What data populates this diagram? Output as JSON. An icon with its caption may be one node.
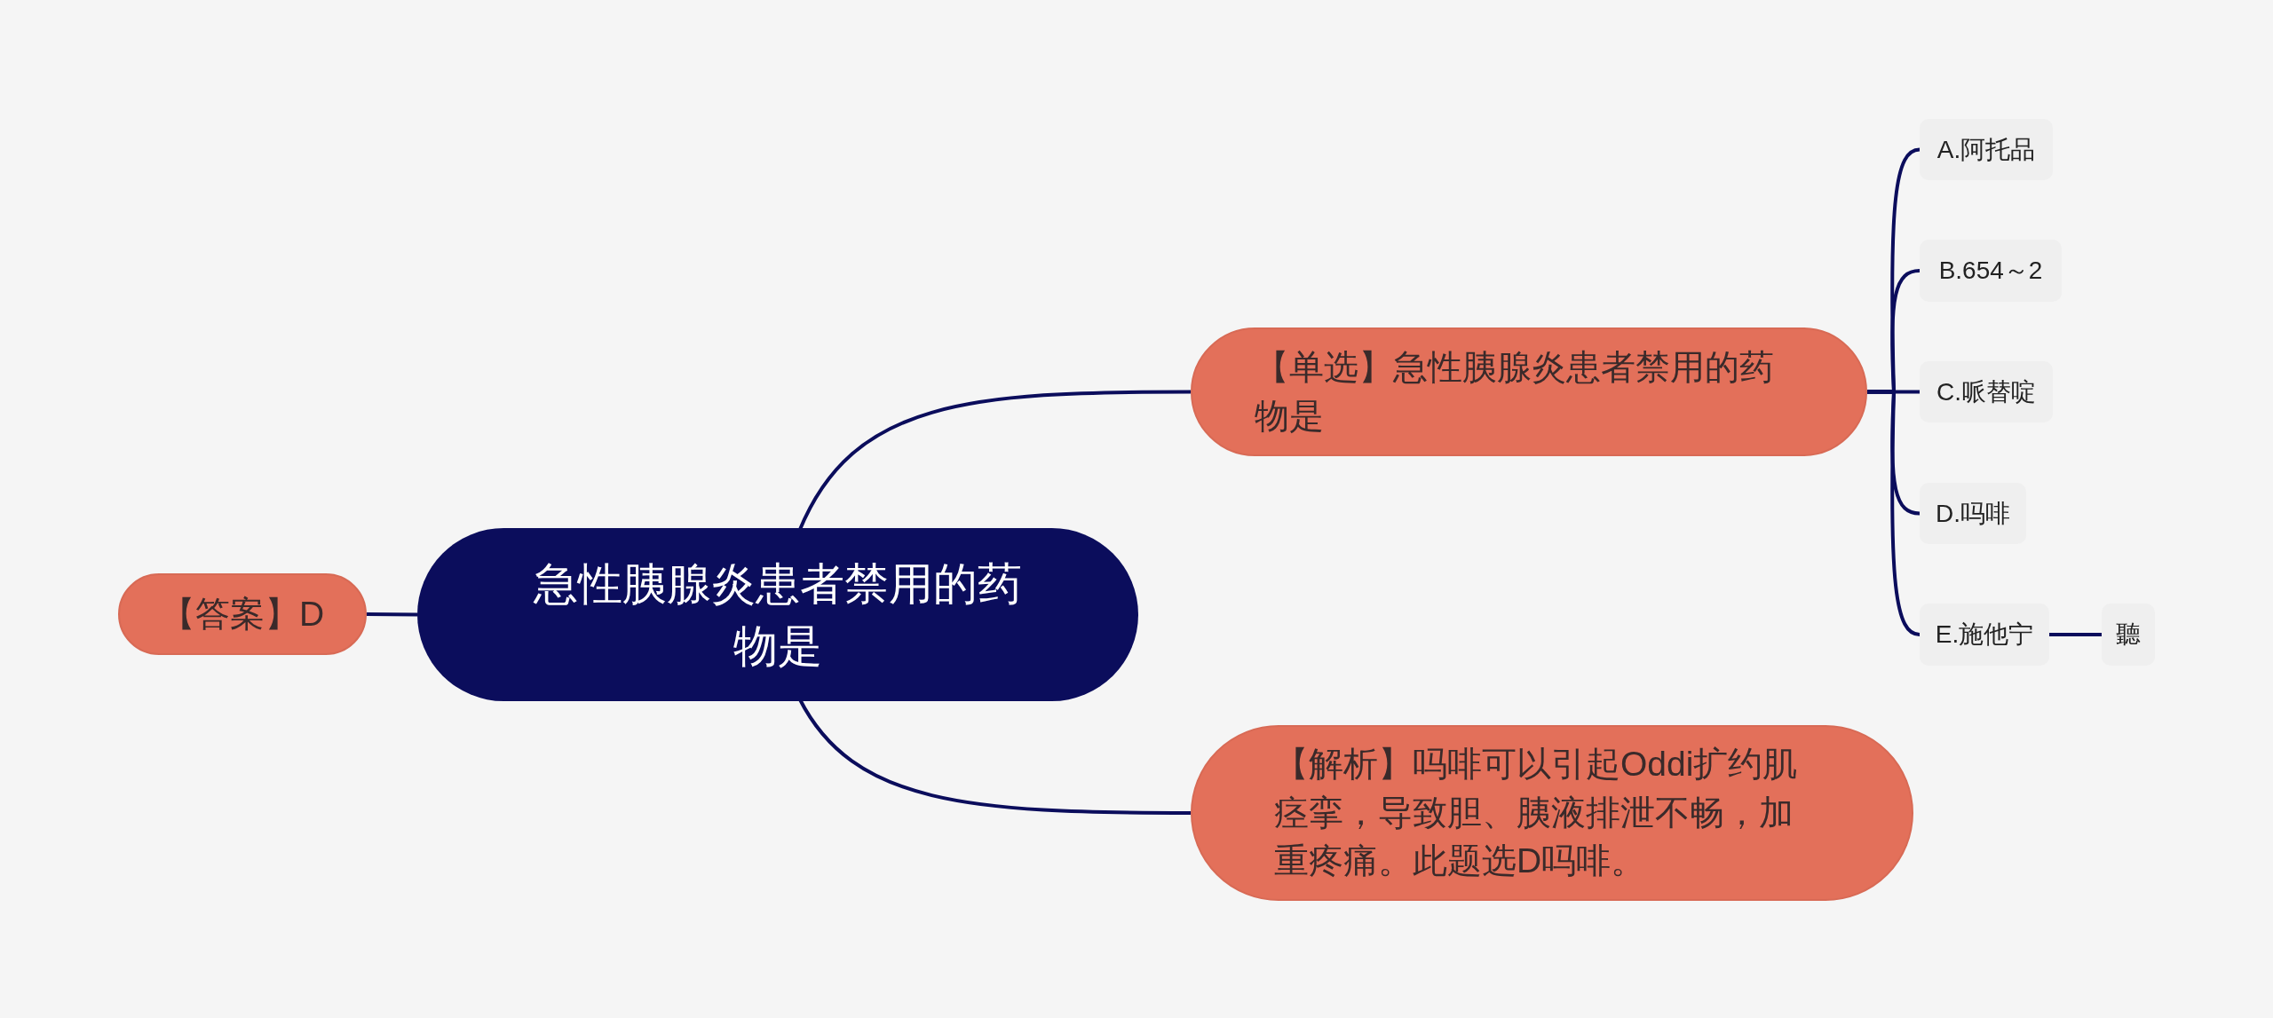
{
  "diagram": {
    "nodes": [
      {
        "text": [
          "急性胰腺炎患者禁用的药物是"
        ]
      },
      {
        "text": [
          "【答案】D"
        ]
      },
      {
        "text": [
          "【单选】急性胰腺炎患者禁用的药物是"
        ]
      },
      {
        "text": [
          "【解析】吗啡可以引起Oddi扩约肌痉挛，导致胆、胰液排泄不畅，加重疼痛。此题选D吗啡。"
        ]
      },
      {
        "text": [
          "A.阿托品"
        ]
      },
      {
        "text": [
          "B.654～2"
        ]
      },
      {
        "text": [
          "C.哌替啶"
        ]
      },
      {
        "text": [
          "D.吗啡"
        ]
      },
      {
        "text": [
          "E.施他宁"
        ]
      },
      {
        "text": [
          "聽"
        ]
      }
    ],
    "edges": [
      {
        "from": 0,
        "to": 1,
        "arrow": "none"
      },
      {
        "from": 0,
        "to": 2,
        "arrow": "none"
      },
      {
        "from": 0,
        "to": 3,
        "arrow": "none"
      },
      {
        "from": 2,
        "to": 4,
        "arrow": "none"
      },
      {
        "from": 2,
        "to": 5,
        "arrow": "none"
      },
      {
        "from": 2,
        "to": 6,
        "arrow": "none"
      },
      {
        "from": 2,
        "to": 7,
        "arrow": "none"
      },
      {
        "from": 2,
        "to": 8,
        "arrow": "none"
      },
      {
        "from": 8,
        "to": 9,
        "arrow": "none"
      }
    ]
  }
}
